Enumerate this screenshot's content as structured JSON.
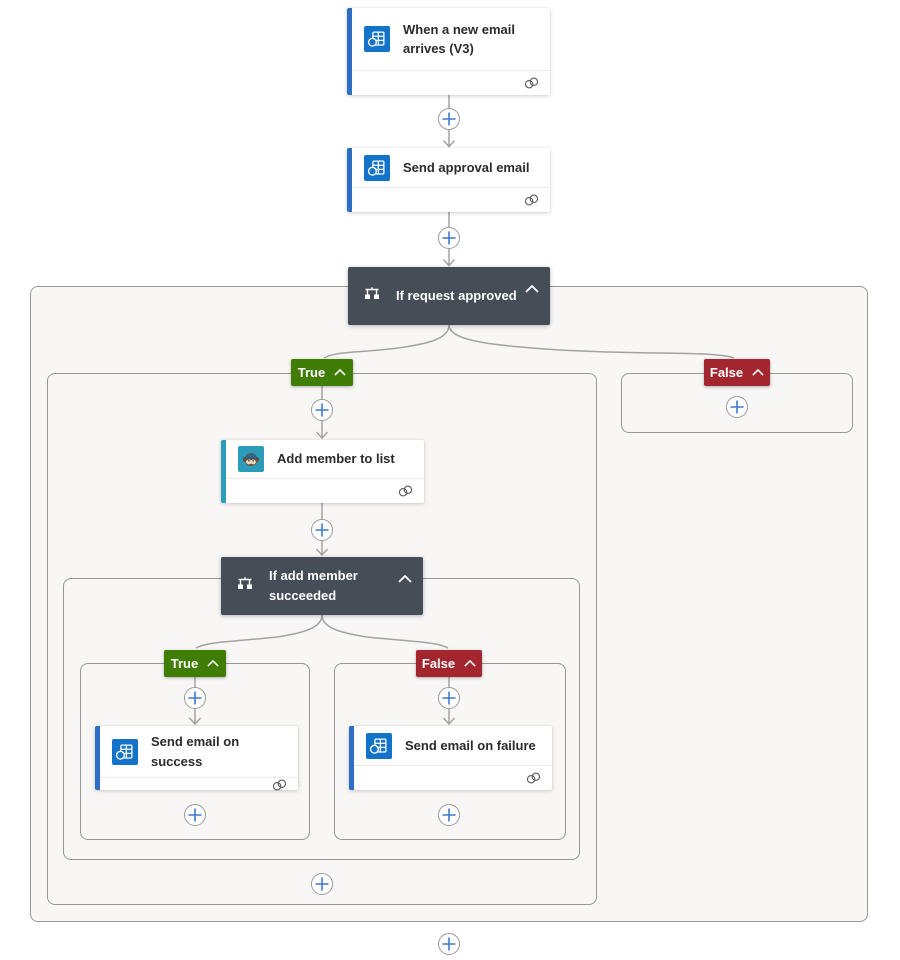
{
  "flow": {
    "nodes": {
      "trigger": {
        "title": "When a new email arrives (V3)",
        "connector": "office-365-outlook"
      },
      "send_approval": {
        "title": "Send approval email",
        "connector": "approvals"
      },
      "if_request": {
        "title": "If request approved",
        "type": "condition"
      },
      "add_member": {
        "title": "Add member to list",
        "connector": "mailchimp"
      },
      "if_add_member": {
        "title": "If add member succeeded",
        "type": "condition"
      },
      "email_success": {
        "title": "Send email on success",
        "connector": "office-365-outlook"
      },
      "email_failure": {
        "title": "Send email on failure",
        "connector": "office-365-outlook"
      }
    },
    "branch_labels": {
      "true": "True",
      "false": "False"
    }
  },
  "icons": [
    "outlook-icon",
    "approvals-icon",
    "mailchimp-icon",
    "condition-icon",
    "chevron-up-icon",
    "connections-icon",
    "plus-icon"
  ],
  "colors": {
    "outlook_accent": "#2e6fc5",
    "mailchimp_accent": "#2b9cba",
    "icon_tile_blue": "#1273c9",
    "icon_tile_teal": "#2b9cba",
    "condition_card_bg": "#454d57",
    "true_badge_bg": "#3f7d05",
    "false_badge_bg": "#a3262e",
    "plus_icon_blue": "#3e79d1",
    "connector_line": "#a5a3a1",
    "scope_bg": "#f8f7f5",
    "scope_border": "#9a9793",
    "card_title_text": "#2b2b2b"
  }
}
